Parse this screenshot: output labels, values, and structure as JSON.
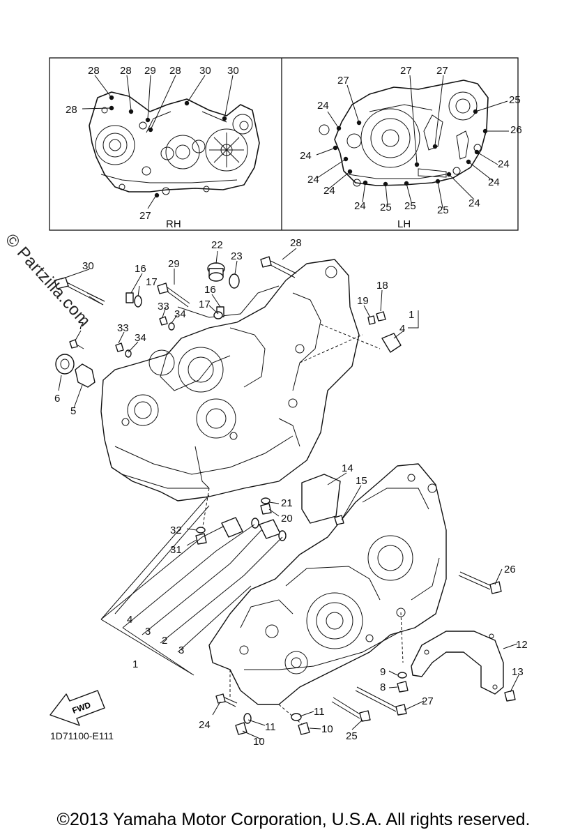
{
  "inset": {
    "rh_label": "RH",
    "lh_label": "LH",
    "rh_callouts": [
      {
        "n": "28"
      },
      {
        "n": "28"
      },
      {
        "n": "29"
      },
      {
        "n": "28"
      },
      {
        "n": "30"
      },
      {
        "n": "30"
      },
      {
        "n": "28"
      },
      {
        "n": "27"
      }
    ],
    "lh_callouts": [
      {
        "n": "27"
      },
      {
        "n": "27"
      },
      {
        "n": "27"
      },
      {
        "n": "25"
      },
      {
        "n": "24"
      },
      {
        "n": "26"
      },
      {
        "n": "24"
      },
      {
        "n": "24"
      },
      {
        "n": "24"
      },
      {
        "n": "24"
      },
      {
        "n": "24"
      },
      {
        "n": "24"
      },
      {
        "n": "25"
      },
      {
        "n": "25"
      },
      {
        "n": "25"
      },
      {
        "n": "24"
      }
    ]
  },
  "main_callouts": [
    {
      "n": "22"
    },
    {
      "n": "23"
    },
    {
      "n": "28"
    },
    {
      "n": "16"
    },
    {
      "n": "17"
    },
    {
      "n": "29"
    },
    {
      "n": "30"
    },
    {
      "n": "33"
    },
    {
      "n": "34"
    },
    {
      "n": "16"
    },
    {
      "n": "17"
    },
    {
      "n": "18"
    },
    {
      "n": "19"
    },
    {
      "n": "1"
    },
    {
      "n": "4"
    },
    {
      "n": "7"
    },
    {
      "n": "33"
    },
    {
      "n": "34"
    },
    {
      "n": "6"
    },
    {
      "n": "5"
    },
    {
      "n": "14"
    },
    {
      "n": "15"
    },
    {
      "n": "21"
    },
    {
      "n": "20"
    },
    {
      "n": "32"
    },
    {
      "n": "31"
    },
    {
      "n": "26"
    },
    {
      "n": "4"
    },
    {
      "n": "3"
    },
    {
      "n": "2"
    },
    {
      "n": "3"
    },
    {
      "n": "1"
    },
    {
      "n": "12"
    },
    {
      "n": "13"
    },
    {
      "n": "9"
    },
    {
      "n": "8"
    },
    {
      "n": "27"
    },
    {
      "n": "24"
    },
    {
      "n": "11"
    },
    {
      "n": "11"
    },
    {
      "n": "10"
    },
    {
      "n": "10"
    },
    {
      "n": "25"
    }
  ],
  "fwd_label": "FWD",
  "diagram_code": "1D71100-E111",
  "watermark": "© Partzilla.com",
  "copyright": "©2013 Yamaha Motor Corporation, U.S.A. All rights reserved."
}
